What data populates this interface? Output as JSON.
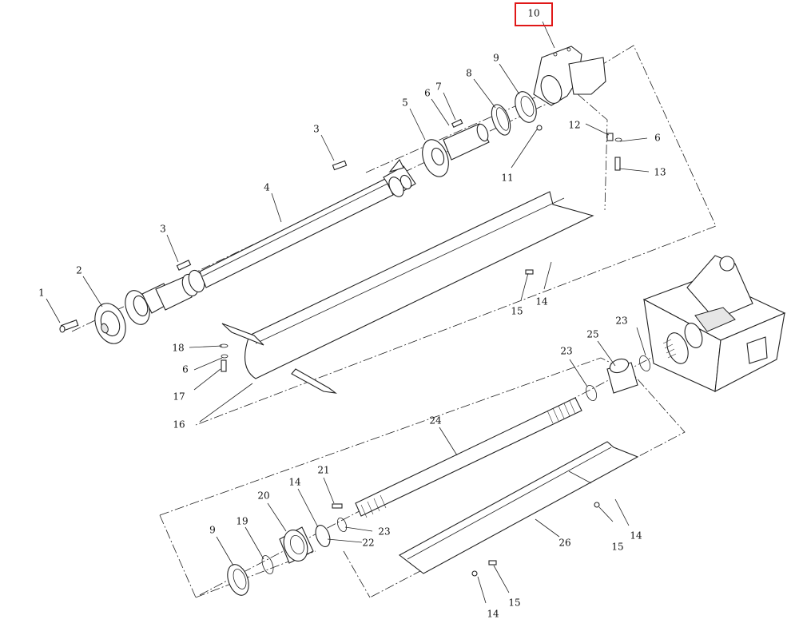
{
  "labels": [
    {
      "id": "p1",
      "text": "1"
    },
    {
      "id": "p2",
      "text": "2"
    },
    {
      "id": "p3a",
      "text": "3"
    },
    {
      "id": "p3b",
      "text": "3"
    },
    {
      "id": "p4",
      "text": "4"
    },
    {
      "id": "p5",
      "text": "5"
    },
    {
      "id": "p6a",
      "text": "6"
    },
    {
      "id": "p6b",
      "text": "6"
    },
    {
      "id": "p6c",
      "text": "6"
    },
    {
      "id": "p7",
      "text": "7"
    },
    {
      "id": "p8",
      "text": "8"
    },
    {
      "id": "p9a",
      "text": "9"
    },
    {
      "id": "p9b",
      "text": "9"
    },
    {
      "id": "p10",
      "text": "10"
    },
    {
      "id": "p11",
      "text": "11"
    },
    {
      "id": "p12",
      "text": "12"
    },
    {
      "id": "p13",
      "text": "13"
    },
    {
      "id": "p14a",
      "text": "14"
    },
    {
      "id": "p14b",
      "text": "14"
    },
    {
      "id": "p14c",
      "text": "14"
    },
    {
      "id": "p14d",
      "text": "14"
    },
    {
      "id": "p15a",
      "text": "15"
    },
    {
      "id": "p15b",
      "text": "15"
    },
    {
      "id": "p15c",
      "text": "15"
    },
    {
      "id": "p16",
      "text": "16"
    },
    {
      "id": "p17",
      "text": "17"
    },
    {
      "id": "p18",
      "text": "18"
    },
    {
      "id": "p19",
      "text": "19"
    },
    {
      "id": "p20",
      "text": "20"
    },
    {
      "id": "p21",
      "text": "21"
    },
    {
      "id": "p22",
      "text": "22"
    },
    {
      "id": "p23a",
      "text": "23"
    },
    {
      "id": "p23b",
      "text": "23"
    },
    {
      "id": "p23c",
      "text": "23"
    },
    {
      "id": "p24",
      "text": "24"
    },
    {
      "id": "p25",
      "text": "25"
    },
    {
      "id": "p26",
      "text": "26"
    }
  ],
  "highlight": {
    "label": "10",
    "color": "#e01818"
  }
}
